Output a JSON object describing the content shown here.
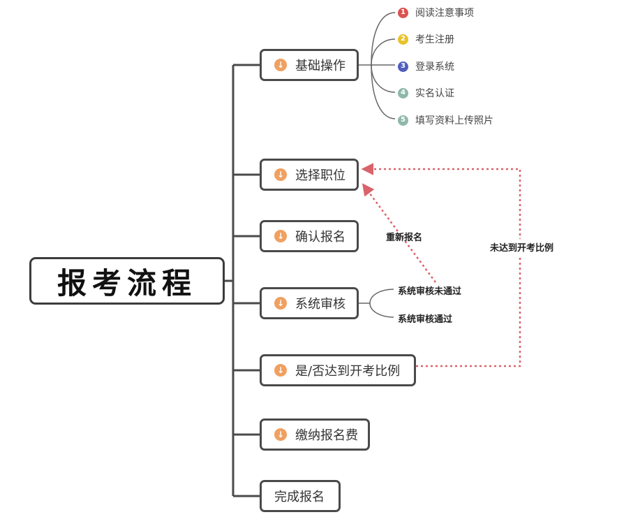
{
  "root": {
    "title": "报考流程"
  },
  "steps": [
    {
      "label": "基础操作"
    },
    {
      "label": "选择职位"
    },
    {
      "label": "确认报名"
    },
    {
      "label": "系统审核"
    },
    {
      "label": "是/否达到开考比例"
    },
    {
      "label": "缴纳报名费"
    },
    {
      "label": "完成报名"
    }
  ],
  "basic_ops": [
    {
      "num": "1",
      "label": "阅读注意事项",
      "color": "#d9534f"
    },
    {
      "num": "2",
      "label": "考生注册",
      "color": "#e8c22a"
    },
    {
      "num": "3",
      "label": "登录系统",
      "color": "#4f5ebd"
    },
    {
      "num": "4",
      "label": "实名认证",
      "color": "#8fb8a8"
    },
    {
      "num": "5",
      "label": "填写资料上传照片",
      "color": "#8fb8a8"
    }
  ],
  "review_results": {
    "fail": "系统审核未通过",
    "pass": "系统审核通过"
  },
  "loops": {
    "reapply": "重新报名",
    "not_reached": "未达到开考比例"
  },
  "colors": {
    "line": "#4a4a4a",
    "dashed": "#d9636a",
    "down_icon": "#f0a060"
  },
  "icons": {
    "step": "arrow-down-circle-icon"
  }
}
